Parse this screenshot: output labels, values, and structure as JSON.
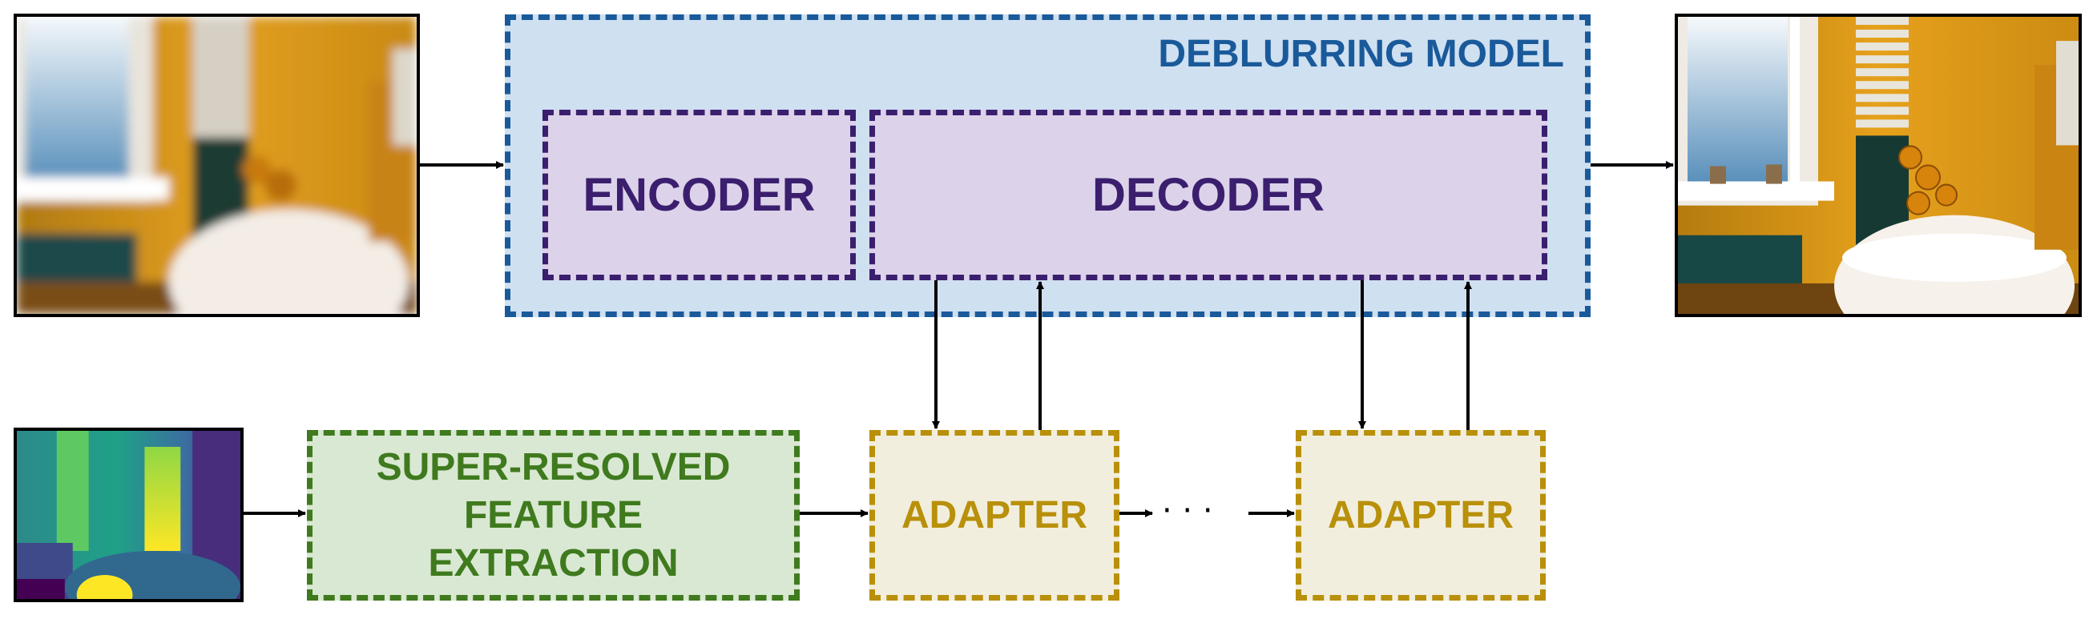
{
  "diagram": {
    "model": {
      "title": "DEBLURRING MODEL"
    },
    "encoder": {
      "label": "ENCODER"
    },
    "decoder": {
      "label": "DECODER"
    },
    "feature_extraction": {
      "label_lines": [
        "SUPER-RESOLVED",
        "FEATURE",
        "EXTRACTION"
      ]
    },
    "adapters": [
      {
        "label": "ADAPTER"
      },
      {
        "label": "ADAPTER"
      }
    ],
    "ellipsis": "· · ·"
  },
  "images": {
    "blurry_input": "blurred bathroom photo",
    "sharp_output": "deblurred bathroom photo",
    "depth_map": "depth map"
  },
  "colors": {
    "model_border": "#1a5a9a",
    "model_fill": "#cfe0f1",
    "model_text": "#1a5a9a",
    "coder_border": "#3b1f6e",
    "coder_fill": "#dcd3ea",
    "coder_text": "#3b1f6e",
    "feature_border": "#3f7a1e",
    "feature_fill": "#d9e8d2",
    "feature_text": "#3f7a1e",
    "adapter_border": "#b8900a",
    "adapter_fill": "#f2eedd",
    "adapter_text": "#b8900a",
    "arrow": "#000000"
  }
}
